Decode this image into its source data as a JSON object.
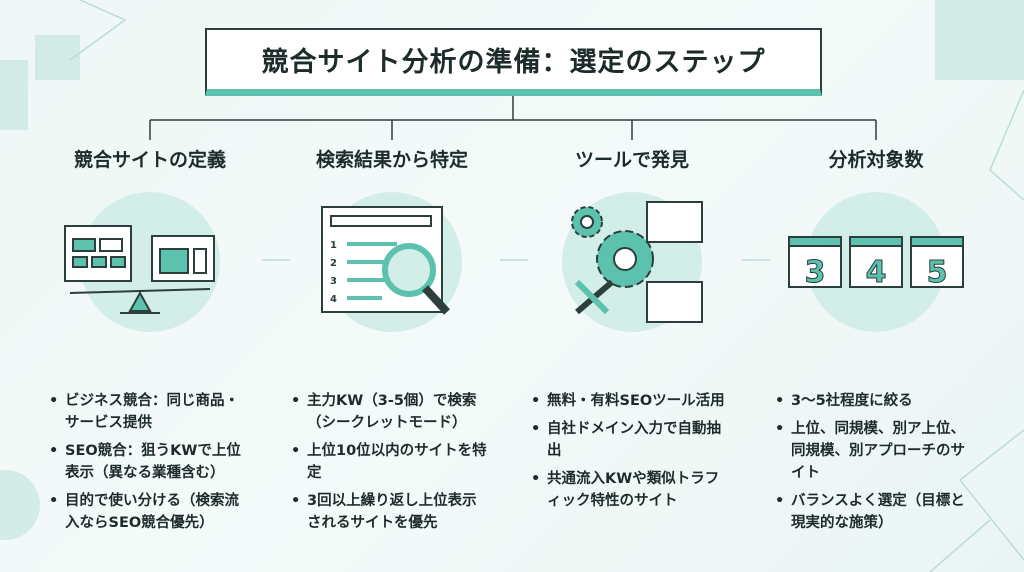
{
  "title": "競合サイト分析の準備：選定のステップ",
  "columns": [
    {
      "heading": "競合サイトの定義",
      "icon": "website-scale-icon",
      "bullets": [
        "ビジネス競合：同じ商品・サービス提供",
        "SEO競合：狙うKWで上位表示（異なる業種含む）",
        "目的で使い分ける（検索流入ならSEO競合優先）"
      ]
    },
    {
      "heading": "検索結果から特定",
      "icon": "search-results-magnifier-icon",
      "numbers": [
        "1",
        "2",
        "3",
        "4"
      ],
      "bullets": [
        "主力KW（3-5個）で検索（シークレットモード）",
        "上位10位以内のサイトを特定",
        "3回以上繰り返し上位表示されるサイトを優先"
      ]
    },
    {
      "heading": "ツールで発見",
      "icon": "gear-tools-icon",
      "bullets": [
        "無料・有料SEOツール活用",
        "自社ドメイン入力で自動抽出",
        "共通流入KWや類似トラフィック特性のサイト"
      ]
    },
    {
      "heading": "分析対象数",
      "icon": "calendar-numbers-icon",
      "numbers": [
        "3",
        "4",
        "5"
      ],
      "bullets": [
        "3〜5社程度に絞る",
        "上位、同規模、別ア上位、同規模、別アプローチのサイト",
        "バランスよく選定（目標と現実的な施策）"
      ]
    }
  ],
  "colors": {
    "accent": "#5cc2ae",
    "dark": "#2c3e3e",
    "circle": "#d3eee8"
  }
}
